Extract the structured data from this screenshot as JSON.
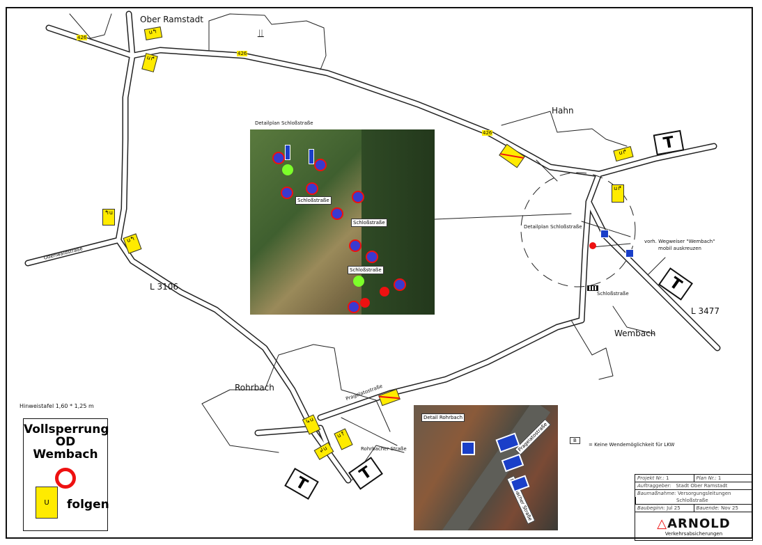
{
  "places": {
    "ober_ramstadt": "Ober Ramstadt",
    "hahn": "Hahn",
    "wembach": "Wembach",
    "rohrbach": "Rohrbach"
  },
  "roads": {
    "l3106": "L 3106",
    "l3477": "L 3477",
    "odenwaldstrasse": "Odenwaldstraße",
    "pragelatostrasse": "Pragelatostraße",
    "rohrbacher_strasse": "Rohrbacher Straße",
    "schlossstrasse": "Schloßstraße",
    "road_number": "426"
  },
  "annotations": {
    "detailplan_schlossstrasse": "Detailplan Schloßstraße",
    "wegweiser_line1": "vorh. Wegweiser \"Wembach\"",
    "wegweiser_line2": "mobil auskreuzen",
    "keine_wende": "= Keine Wendemöglichkeit für LKW",
    "keine_wende_key": "B"
  },
  "detail_photos": {
    "schloss_title": "Detailplan Schloßstraße",
    "schloss_labels": [
      "Schloßstraße",
      "Schloßstraße",
      "Schloßstraße"
    ],
    "rohrbach_title": "Detail Rohrbach",
    "rohrbach_street": "Pragelatostraße",
    "rohrbach_street2": "Rohrbacher Straße"
  },
  "signs": {
    "t_label": "T",
    "u_label": "U"
  },
  "hinweistafel": {
    "size": "Hinweistafel 1,60 * 1,25 m",
    "title_line1": "Vollsperrung",
    "title_line2": "OD Wembach",
    "u_label": "U",
    "follow": "folgen"
  },
  "title_block": {
    "projekt_label": "Projekt Nr.:",
    "projekt_value": "1",
    "plan_label": "Plan Nr.:",
    "plan_value": "1",
    "auftraggeber_label": "Auftraggeber:",
    "auftraggeber_value": "Stadt Ober Ramstadt",
    "baumassnahme_label": "Baumaßnahme:",
    "baumassnahme_value1": "Versorgungsleitungen",
    "baumassnahme_value2": "Schloßstraße",
    "baubeginn_label": "Baubeginn:",
    "baubeginn_value": "Jul 25",
    "bauende_label": "Bauende:",
    "bauende_value": "Nov 25",
    "company": "ARNOLD",
    "company_sub": "Verkehrsabsicherungen"
  },
  "colors": {
    "sign_yellow": "#ffeb00",
    "prohibit_red": "#e11",
    "mandatory_blue": "#1a3fc8",
    "photo_green": "#4d6b35"
  }
}
